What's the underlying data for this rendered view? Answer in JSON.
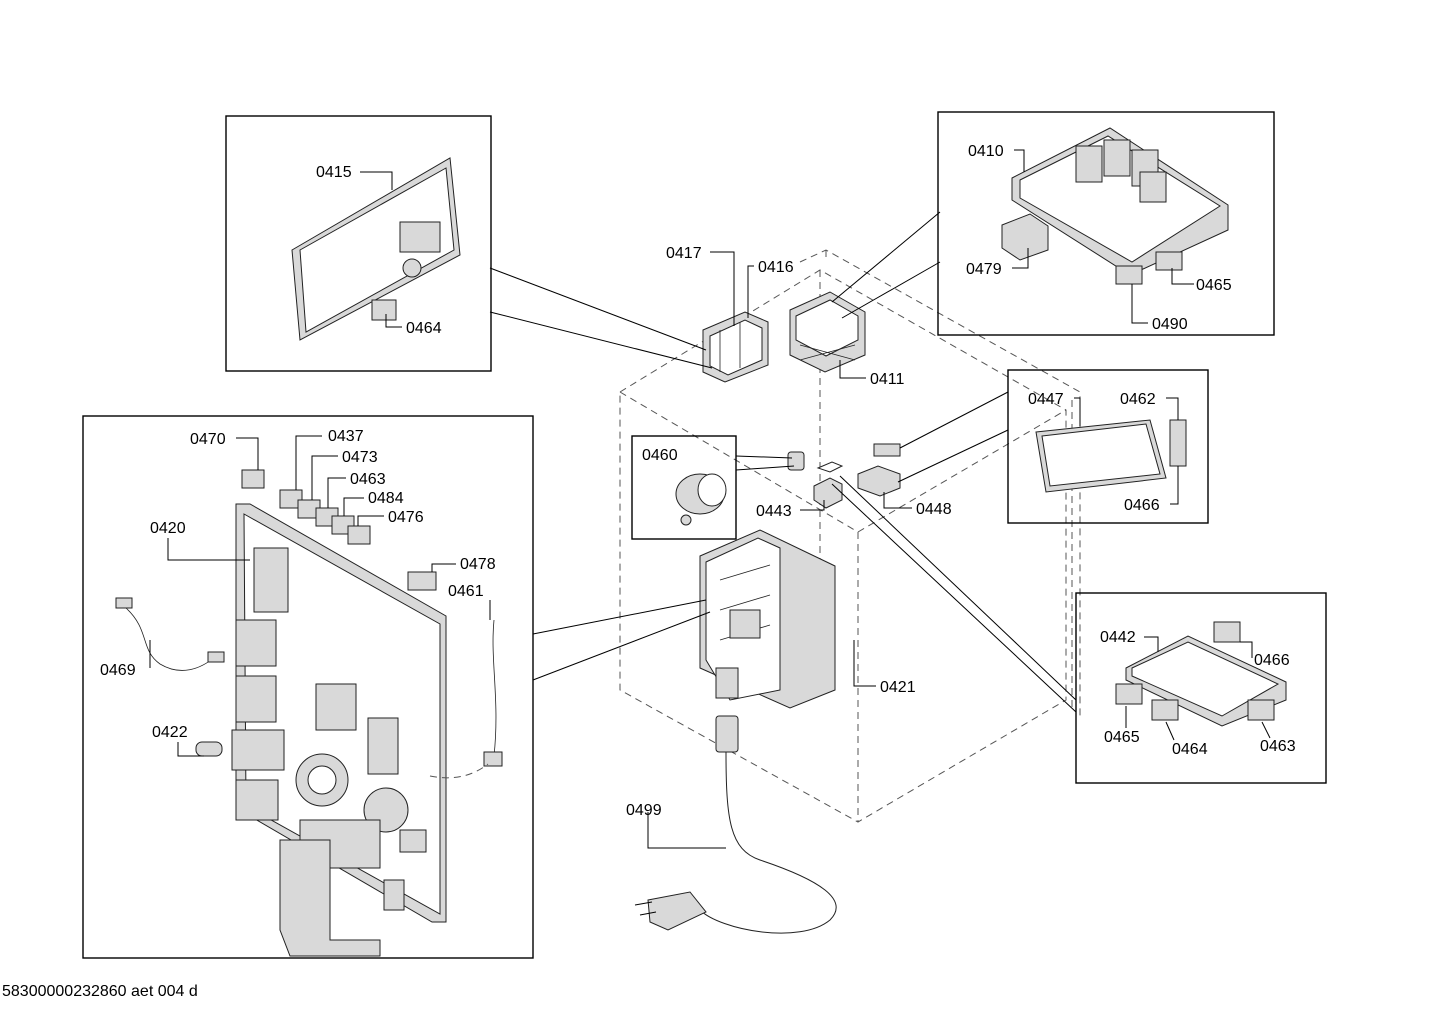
{
  "footer": {
    "doc_code": "58300000232860 aet 004 d"
  },
  "labels": {
    "p0415": "0415",
    "p0464a": "0464",
    "p0417": "0417",
    "p0416": "0416",
    "p0411": "0411",
    "p0410": "0410",
    "p0479": "0479",
    "p0465a": "0465",
    "p0490": "0490",
    "p0447": "0447",
    "p0462": "0462",
    "p0466a": "0466",
    "p0460": "0460",
    "p0443": "0443",
    "p0448": "0448",
    "p0470": "0470",
    "p0437": "0437",
    "p0473": "0473",
    "p0463a": "0463",
    "p0484": "0484",
    "p0476": "0476",
    "p0420": "0420",
    "p0478": "0478",
    "p0461": "0461",
    "p0469": "0469",
    "p0422": "0422",
    "p0421": "0421",
    "p0499": "0499",
    "p0442": "0442",
    "p0466b": "0466",
    "p0465b": "0465",
    "p0464b": "0464",
    "p0463b": "0463"
  }
}
